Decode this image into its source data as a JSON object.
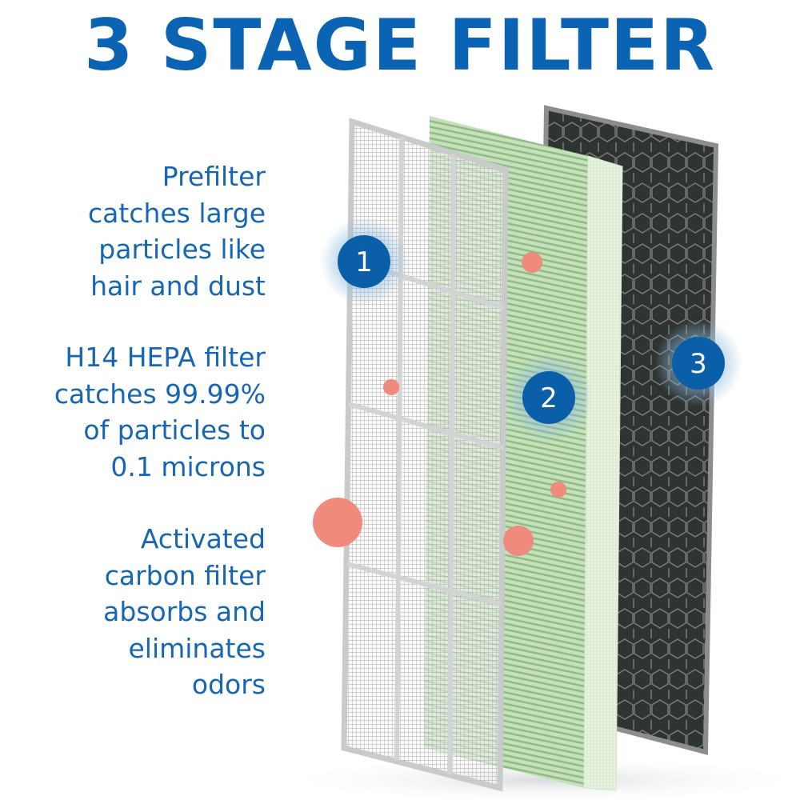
{
  "title": "3 STAGE FILTER",
  "stages": [
    {
      "number": "1",
      "lines": [
        "Prefilter",
        "catches large",
        "particles like",
        "hair and dust"
      ]
    },
    {
      "number": "2",
      "lines": [
        "H14 HEPA filter",
        "catches 99.99%",
        "of particles to",
        "0.1 microns"
      ]
    },
    {
      "number": "3",
      "lines": [
        "Activated",
        "carbon filter",
        "absorbs and",
        "eliminates",
        "odors"
      ]
    }
  ],
  "colors": {
    "brand_blue": "#0b63b3",
    "text_blue": "#1666b4",
    "germ": "#ef8a7c",
    "hepa_green": "#b9d8ae",
    "carbon": "#3c3f3d"
  }
}
